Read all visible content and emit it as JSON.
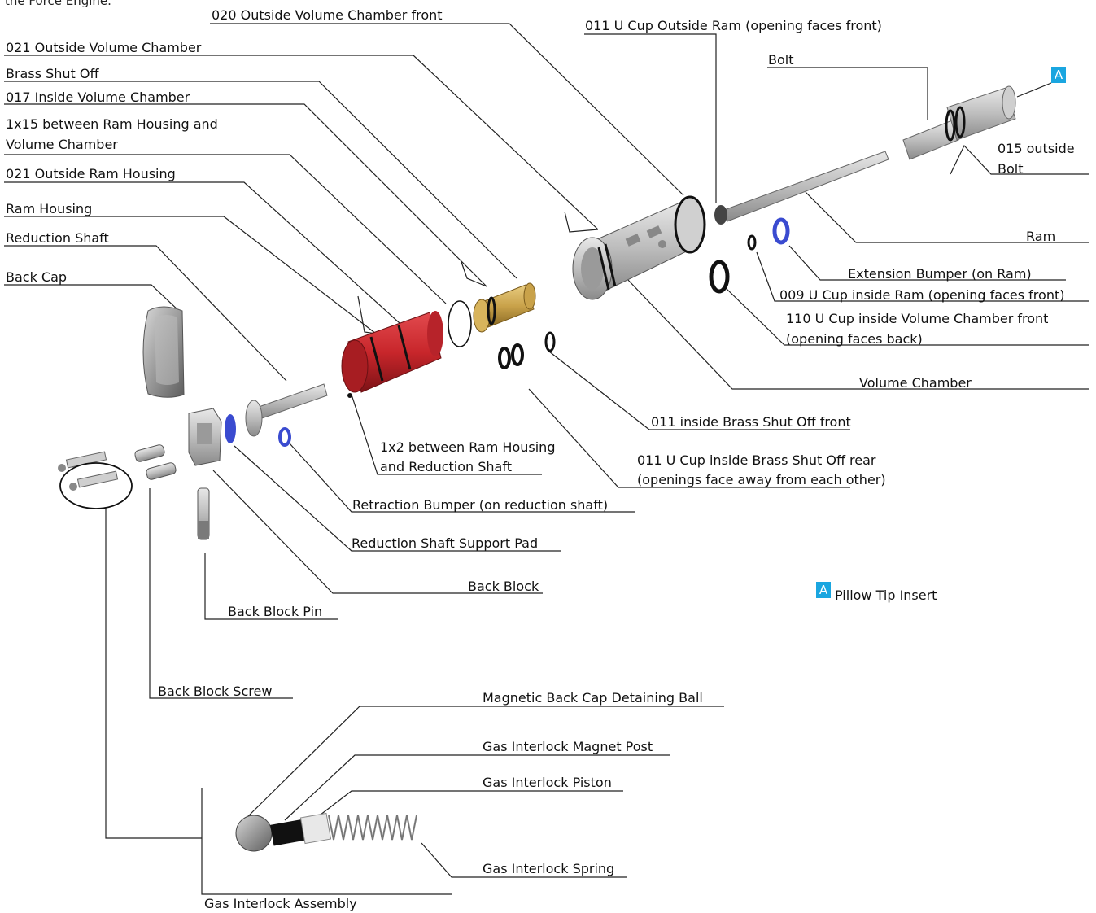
{
  "figure": {
    "top_text": "the Force Engine.",
    "badge_letter": "A",
    "legend": {
      "badge": "A",
      "text": "Pillow Tip Insert"
    }
  },
  "labels": {
    "outside_volume_chamber_front": "020 Outside Volume Chamber front",
    "u_cup_outside_ram": "011 U Cup Outside Ram (opening faces front)",
    "outside_volume_chamber": "021 Outside Volume Chamber",
    "brass_shut_off": "Brass Shut Off",
    "inside_volume_chamber": "017 Inside Volume Chamber",
    "between_ram_housing_volume_1": "1x15 between Ram Housing and",
    "between_ram_housing_volume_2": "Volume Chamber",
    "outside_ram_housing": "021 Outside Ram Housing",
    "ram_housing": "Ram Housing",
    "reduction_shaft": "Reduction Shaft",
    "back_cap": "Back Cap",
    "bolt": "Bolt",
    "outside_bolt_1": "015 outside",
    "outside_bolt_2": "Bolt",
    "ram": "Ram",
    "extension_bumper": "Extension Bumper (on Ram)",
    "u_cup_inside_ram": "009 U Cup inside Ram (opening faces front)",
    "u_cup_inside_volume_1": "110 U Cup inside Volume Chamber front",
    "u_cup_inside_volume_2": "(opening faces back)",
    "volume_chamber": "Volume Chamber",
    "inside_brass_front": "011 inside Brass Shut Off front",
    "u_cup_brass_rear_1": "011 U Cup inside Brass Shut Off rear",
    "u_cup_brass_rear_2": "(openings face away from each other)",
    "between_ram_housing_reduction_1": "1x2 between Ram Housing",
    "between_ram_housing_reduction_2": "and Reduction Shaft",
    "retraction_bumper": "Retraction Bumper (on reduction shaft)",
    "support_pad": "Reduction Shaft Support Pad",
    "back_block": "Back Block",
    "back_block_pin": "Back Block Pin",
    "back_block_screw": "Back Block Screw",
    "detaining_ball": "Magnetic Back Cap Detaining Ball",
    "magnet_post": "Gas Interlock Magnet Post",
    "interlock_piston": "Gas Interlock Piston",
    "interlock_spring": "Gas Interlock Spring",
    "interlock_assembly": "Gas Interlock Assembly"
  },
  "colors": {
    "ram_housing": "#c8262b",
    "brass": "#c9a24a",
    "bumper": "#3a4bd0",
    "oring": "#111111",
    "aluminum": "#c9c9c9",
    "badge": "#1aa6e0"
  }
}
